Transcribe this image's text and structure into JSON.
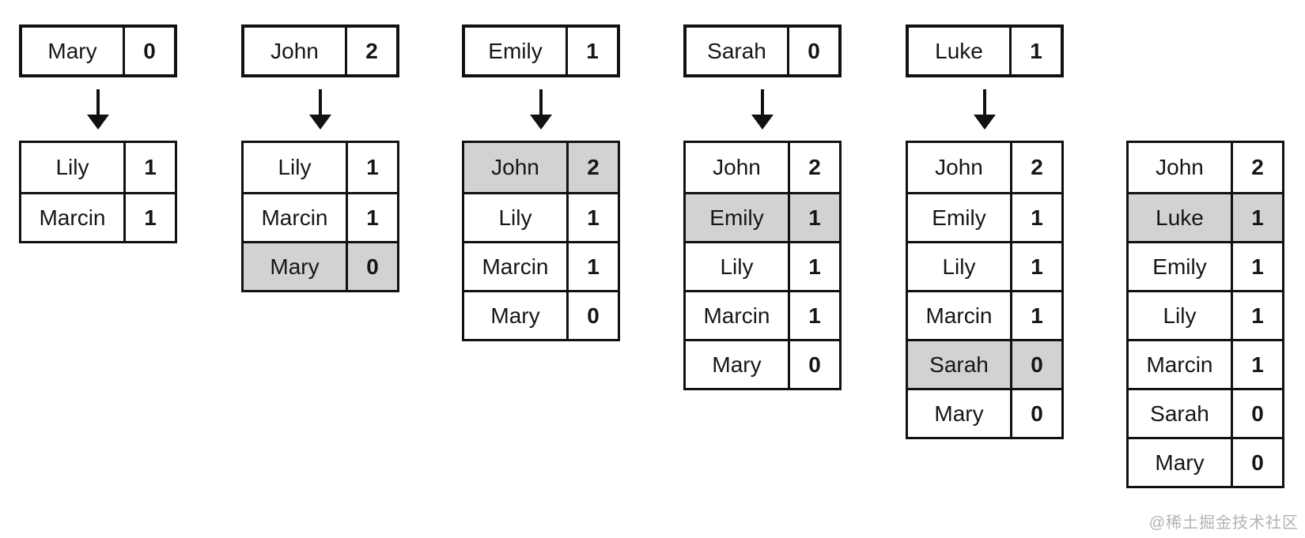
{
  "title": "sorted-list-insertion-steps",
  "watermark": "@稀土掘金技术社区",
  "colors": {
    "highlight": "#d2d2d2",
    "line": "#111111",
    "background": "#ffffff",
    "watermark_text": "#b3b3b3"
  },
  "steps": [
    {
      "insert": {
        "name": "Mary",
        "value": "0"
      },
      "rows": [
        {
          "name": "Lily",
          "value": "1",
          "highlight": false
        },
        {
          "name": "Marcin",
          "value": "1",
          "highlight": false
        }
      ]
    },
    {
      "insert": {
        "name": "John",
        "value": "2"
      },
      "rows": [
        {
          "name": "Lily",
          "value": "1",
          "highlight": false
        },
        {
          "name": "Marcin",
          "value": "1",
          "highlight": false
        },
        {
          "name": "Mary",
          "value": "0",
          "highlight": true
        }
      ]
    },
    {
      "insert": {
        "name": "Emily",
        "value": "1"
      },
      "rows": [
        {
          "name": "John",
          "value": "2",
          "highlight": true
        },
        {
          "name": "Lily",
          "value": "1",
          "highlight": false
        },
        {
          "name": "Marcin",
          "value": "1",
          "highlight": false
        },
        {
          "name": "Mary",
          "value": "0",
          "highlight": false
        }
      ]
    },
    {
      "insert": {
        "name": "Sarah",
        "value": "0"
      },
      "rows": [
        {
          "name": "John",
          "value": "2",
          "highlight": false
        },
        {
          "name": "Emily",
          "value": "1",
          "highlight": true
        },
        {
          "name": "Lily",
          "value": "1",
          "highlight": false
        },
        {
          "name": "Marcin",
          "value": "1",
          "highlight": false
        },
        {
          "name": "Mary",
          "value": "0",
          "highlight": false
        }
      ]
    },
    {
      "insert": {
        "name": "Luke",
        "value": "1"
      },
      "rows": [
        {
          "name": "John",
          "value": "2",
          "highlight": false
        },
        {
          "name": "Emily",
          "value": "1",
          "highlight": false
        },
        {
          "name": "Lily",
          "value": "1",
          "highlight": false
        },
        {
          "name": "Marcin",
          "value": "1",
          "highlight": false
        },
        {
          "name": "Sarah",
          "value": "0",
          "highlight": true
        },
        {
          "name": "Mary",
          "value": "0",
          "highlight": false
        }
      ]
    },
    {
      "insert": null,
      "rows": [
        {
          "name": "John",
          "value": "2",
          "highlight": false
        },
        {
          "name": "Luke",
          "value": "1",
          "highlight": true
        },
        {
          "name": "Emily",
          "value": "1",
          "highlight": false
        },
        {
          "name": "Lily",
          "value": "1",
          "highlight": false
        },
        {
          "name": "Marcin",
          "value": "1",
          "highlight": false
        },
        {
          "name": "Sarah",
          "value": "0",
          "highlight": false
        },
        {
          "name": "Mary",
          "value": "0",
          "highlight": false
        }
      ]
    }
  ]
}
